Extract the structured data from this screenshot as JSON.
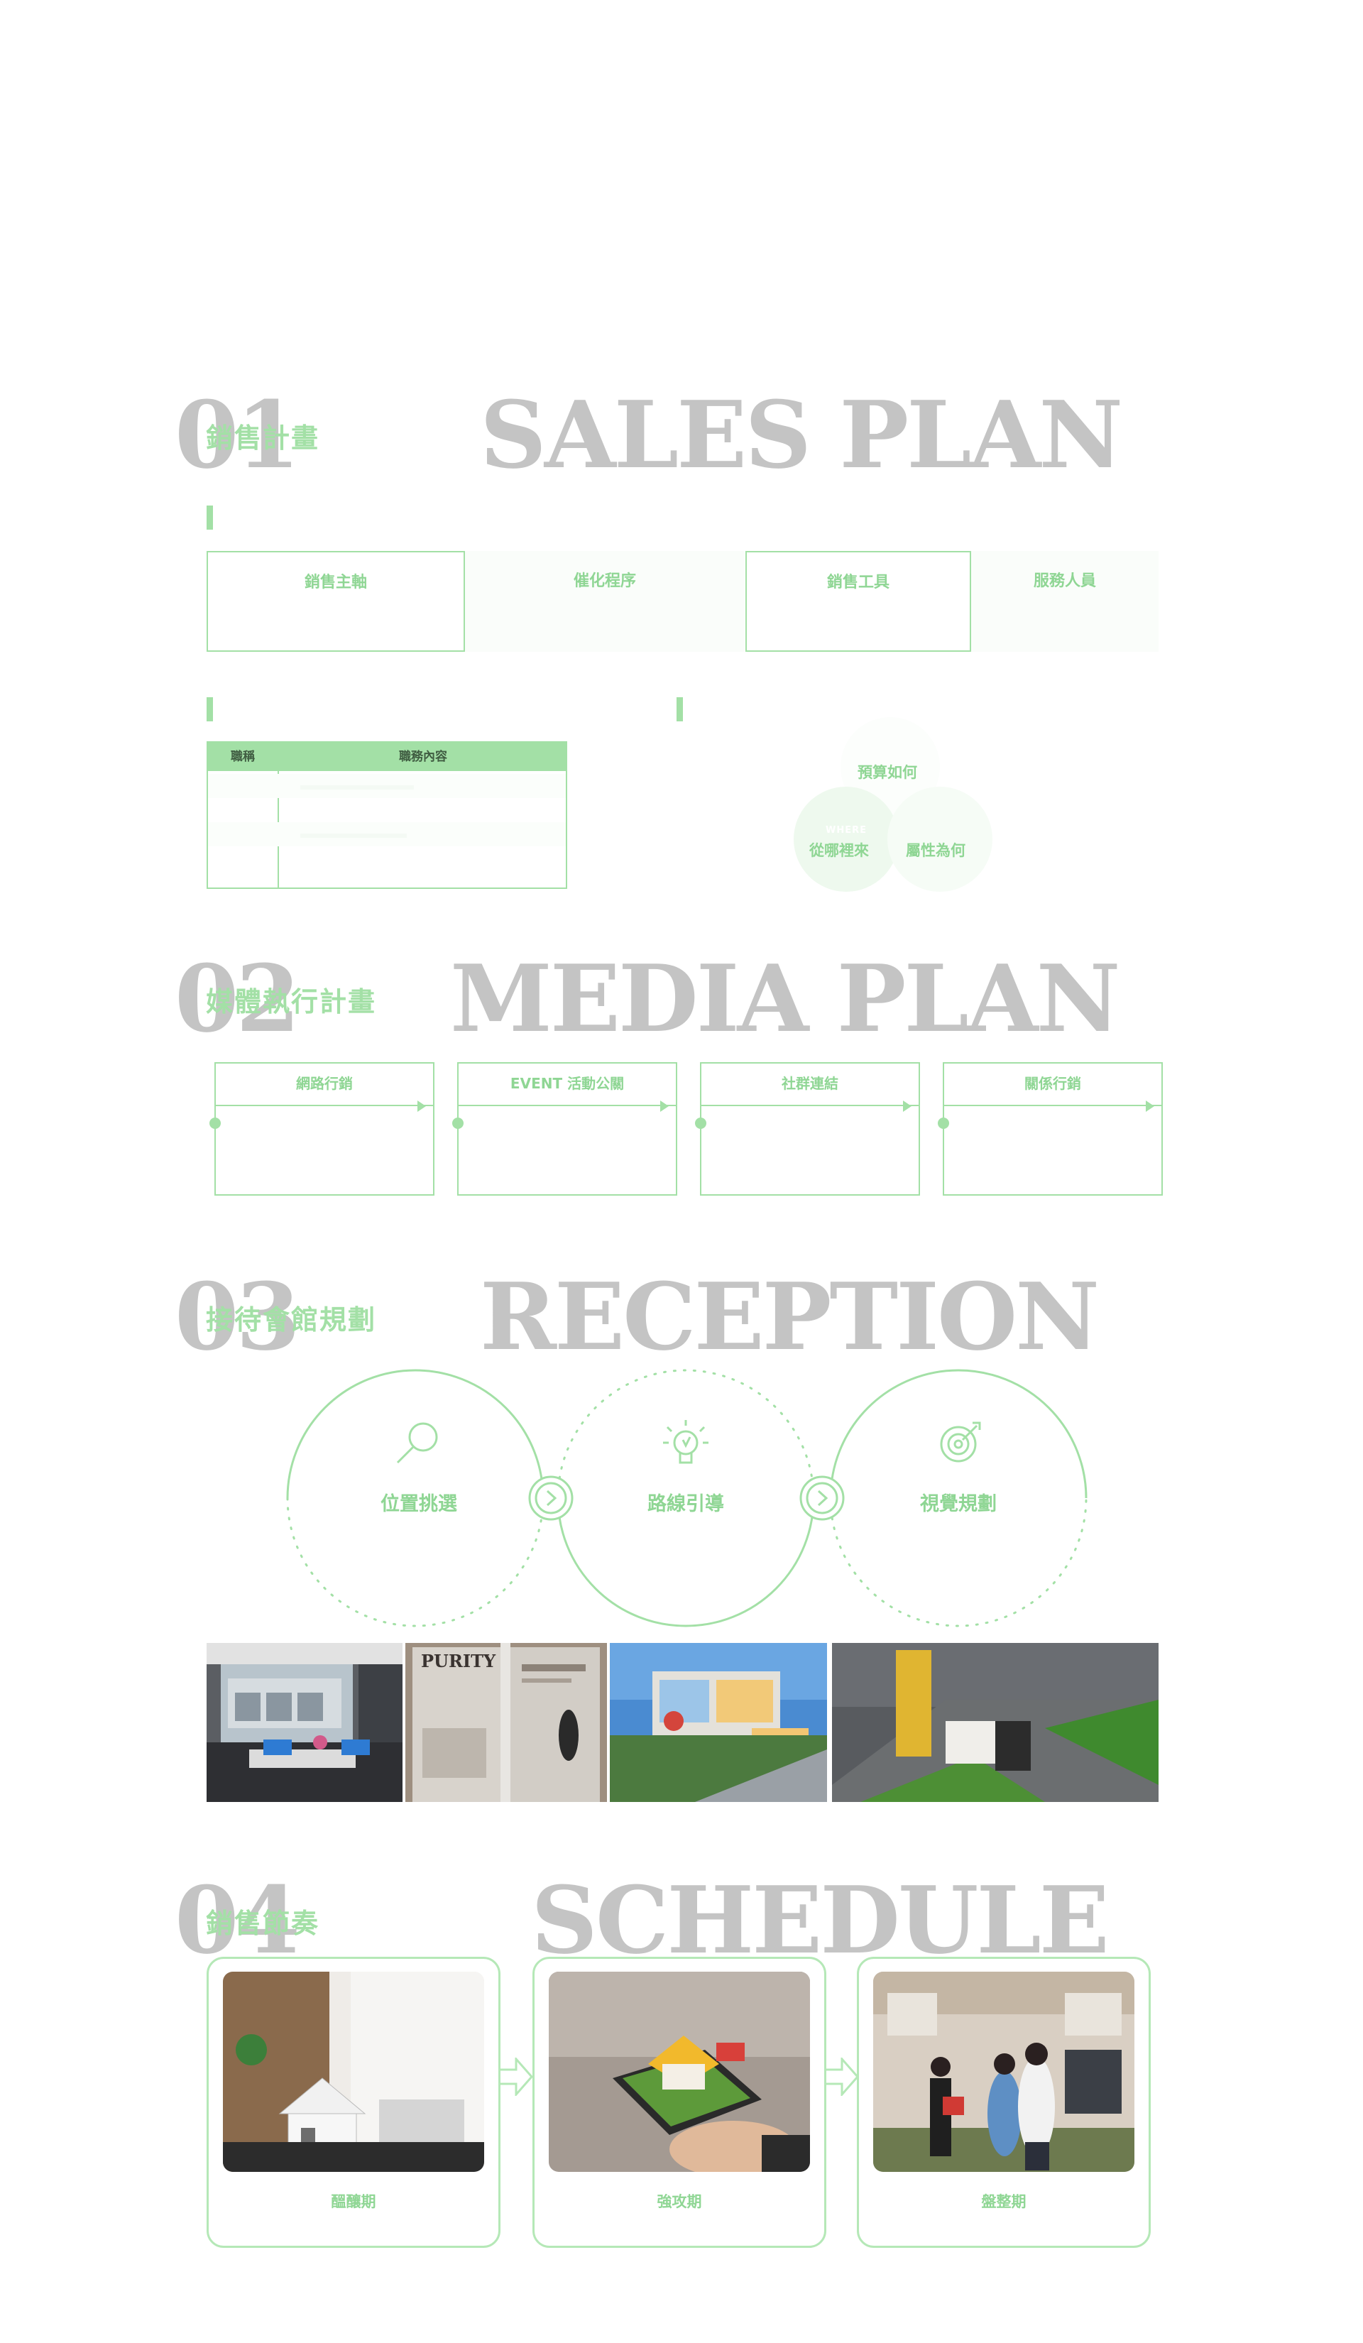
{
  "s1": {
    "num": "01",
    "title": "SALES PLAN",
    "zh": "銷售計畫",
    "boxes": [
      "銷售主軸",
      "催化程序",
      "銷售工具",
      "服務人員"
    ],
    "table": {
      "col1": "職稱",
      "col2": "職務內容"
    },
    "venn": {
      "top": "預算如何",
      "left_small": "WHERE",
      "left": "從哪裡來",
      "right": "屬性為何"
    }
  },
  "s2": {
    "num": "02",
    "title": "MEDIA PLAN",
    "zh": "媒體執行計畫",
    "boxes": [
      "網路行銷",
      "EVENT 活動公關",
      "社群連結",
      "關係行銷"
    ]
  },
  "s3": {
    "num": "03",
    "title": "RECEPTION",
    "zh": "接待會館規劃",
    "steps": [
      "位置挑選",
      "路線引導",
      "視覺規劃"
    ]
  },
  "s4": {
    "num": "04",
    "title": "SCHEDULE",
    "zh": "銷售節奏",
    "stages": [
      "醞釀期",
      "強攻期",
      "盤整期"
    ]
  },
  "photos": {
    "sign": "PURITY"
  },
  "colors": {
    "accent": "#a3e0a6",
    "accent_text": "#8fd694",
    "heading_gray": "#c4c4c4"
  }
}
